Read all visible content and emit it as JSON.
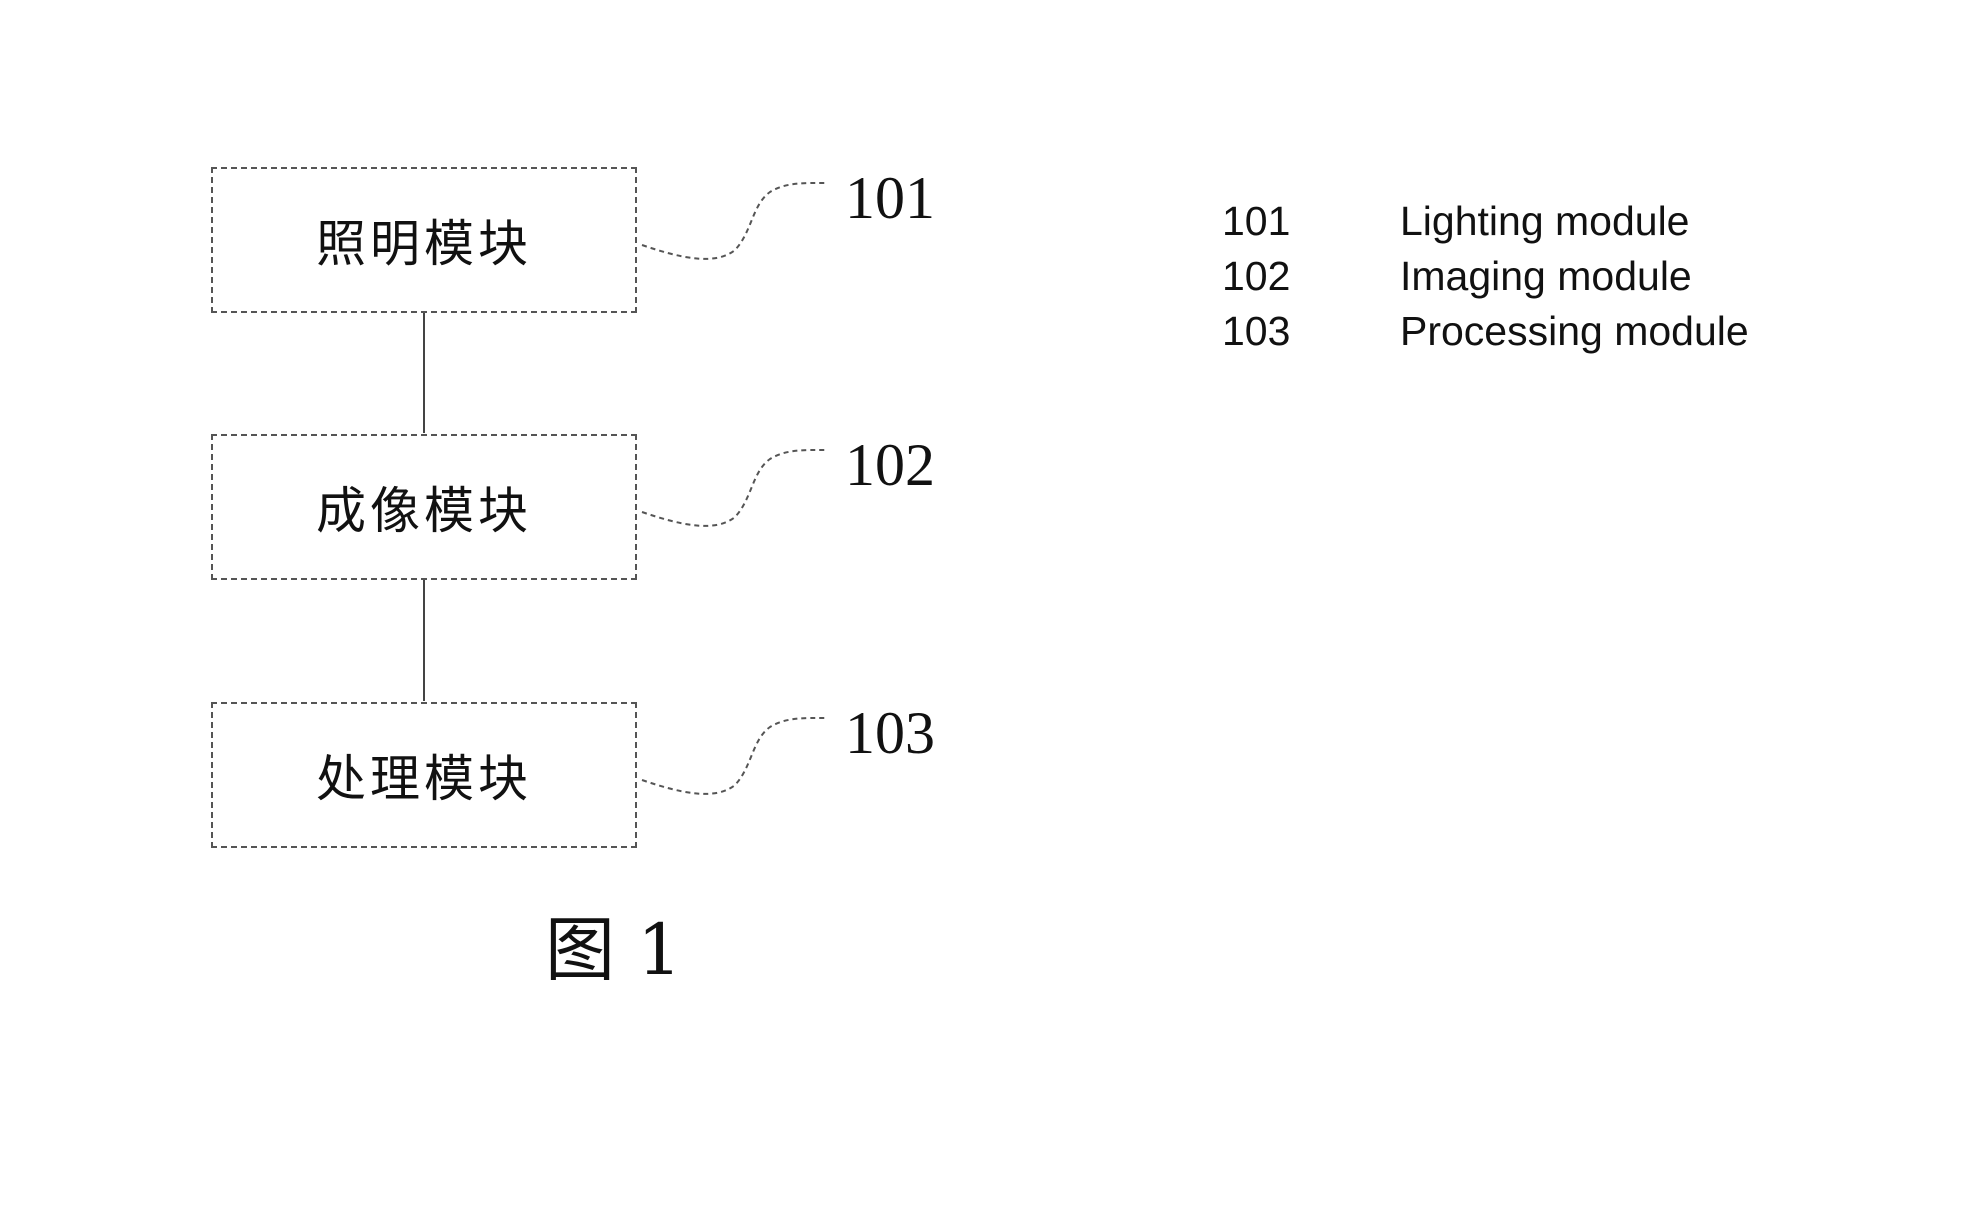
{
  "boxes": [
    {
      "label": "照明模块",
      "ref": "101"
    },
    {
      "label": "成像模块",
      "ref": "102"
    },
    {
      "label": "处理模块",
      "ref": "103"
    }
  ],
  "caption": "图 1",
  "legend": [
    {
      "num": "101",
      "text": "Lighting module"
    },
    {
      "num": "102",
      "text": "Imaging module"
    },
    {
      "num": "103",
      "text": "Processing module"
    }
  ]
}
